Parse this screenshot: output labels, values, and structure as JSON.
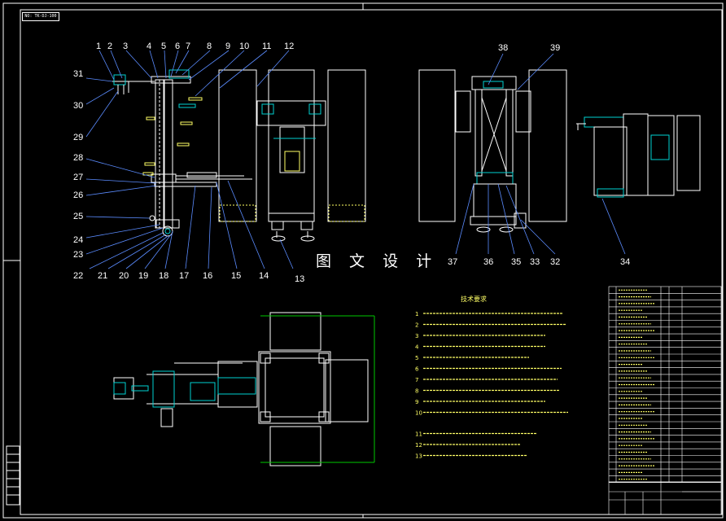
{
  "title": "图 文 设 计",
  "stamp": "NO: TK-DJ-100",
  "callouts_top": [
    "1",
    "2",
    "3",
    "4",
    "5",
    "6",
    "7",
    "8",
    "9",
    "10",
    "11",
    "12"
  ],
  "callouts_left": [
    "31",
    "30",
    "29",
    "28",
    "27",
    "26",
    "25",
    "24",
    "23"
  ],
  "callouts_bottom": [
    "22",
    "21",
    "20",
    "19",
    "18",
    "17",
    "16",
    "15",
    "14",
    "13"
  ],
  "callouts_right_view": [
    "38",
    "39",
    "37",
    "36",
    "35",
    "33",
    "32",
    "34"
  ],
  "notes_title": "技术要求",
  "note_numbers": [
    "1",
    "2",
    "3",
    "4",
    "5",
    "6",
    "7",
    "8",
    "9",
    "10",
    "11",
    "12",
    "13"
  ],
  "colors": {
    "background": "#000000",
    "outline": "#ffffff",
    "leader": "#5b8cff",
    "detail": "#00d2d2",
    "dimension": "#00c800",
    "note_text": "#ffff66"
  }
}
